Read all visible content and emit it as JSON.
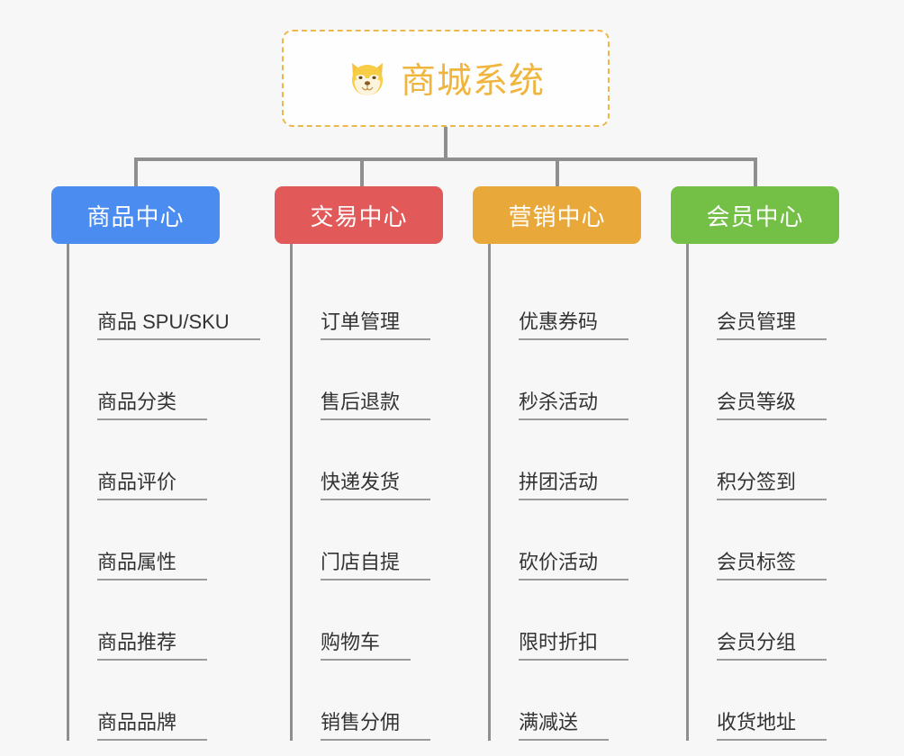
{
  "root": {
    "icon": "shiba-dog-face-emoji",
    "title": "商城系统"
  },
  "colors": {
    "background": "#f7f7f7",
    "root_border": "#ecb84a",
    "root_text": "#f0b53c",
    "connector": "#8f8f8f",
    "leaf_text": "#333333",
    "leaf_underline": "#9a9a9a",
    "category_1": "#4a8cf0",
    "category_2": "#e2595a",
    "category_3": "#e9a93a",
    "category_4": "#74bf45"
  },
  "columns": [
    {
      "label": "商品中心",
      "color": "#4a8cf0",
      "items": [
        "商品 SPU/SKU",
        "商品分类",
        "商品评价",
        "商品属性",
        "商品推荐",
        "商品品牌"
      ]
    },
    {
      "label": "交易中心",
      "color": "#e2595a",
      "items": [
        "订单管理",
        "售后退款",
        "快递发货",
        "门店自提",
        "购物车",
        "销售分佣"
      ]
    },
    {
      "label": "营销中心",
      "color": "#e9a93a",
      "items": [
        "优惠券码",
        "秒杀活动",
        "拼团活动",
        "砍价活动",
        "限时折扣",
        "满减送"
      ]
    },
    {
      "label": "会员中心",
      "color": "#74bf45",
      "items": [
        "会员管理",
        "会员等级",
        "积分签到",
        "会员标签",
        "会员分组",
        "收货地址"
      ]
    }
  ]
}
